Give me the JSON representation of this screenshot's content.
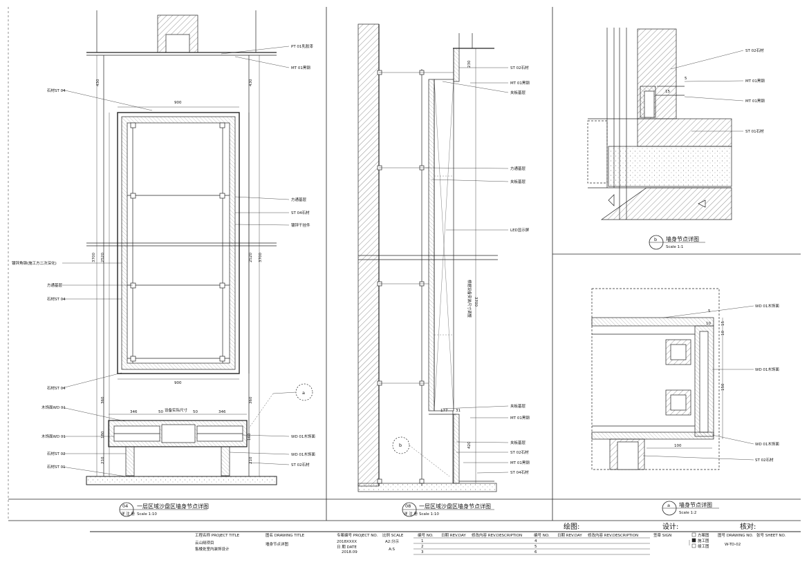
{
  "panel04": {
    "num": "04",
    "sub": "详 注 册",
    "title": "一层区域沙盘区墙身节点详图",
    "scale": "Scale 1:10",
    "labels_right": [
      "PT 01乳胶漆",
      "MT 01黑钢",
      "方通基层",
      "ST 04石材",
      "镀锌干挂件",
      "WD 01木饰面",
      "WD 01木饰面",
      "ST 02石材"
    ],
    "labels_left": [
      "石材ST 04",
      "镀锌角钢(施工方二次深化)",
      "方通基层",
      "石材ST 04",
      "石材ST 04",
      "木饰面WD 01",
      "木饰面WD 01",
      "石材ST 02",
      "石材ST 01"
    ],
    "dims": [
      "900",
      "900",
      "430",
      "430",
      "3700",
      "2520",
      "2520",
      "3700",
      "360",
      "360",
      "180",
      "210",
      "210",
      "346",
      "346",
      "50",
      "50",
      "设备实际尺寸",
      "160"
    ],
    "callout": "a"
  },
  "panel08": {
    "num": "08",
    "sub": "详 注 册",
    "title": "一层区域沙盘区墙身节点详图",
    "scale": "Scale 1:10",
    "labels": [
      "ST 02石材",
      "MT 01黑钢",
      "夹板基层",
      "方通基层",
      "夹板基层",
      "LED显示屏",
      "夹板基层",
      "MT 01黑钢",
      "夹板基层",
      "ST 02石材",
      "MT 01黑钢",
      "ST 04石材"
    ],
    "dims": [
      "230",
      "3700",
      "177",
      "31",
      "420"
    ],
    "vertical_note": "根据设备安装尺寸调整",
    "callout": "b"
  },
  "panelB": {
    "num": "b",
    "title": "墙身节点详图",
    "scale": "Scale 1:1",
    "labels": [
      "ST 02石材",
      "MT 01黑钢",
      "MT 01黑钢",
      "ST 01石材"
    ],
    "dims": [
      "15",
      "5"
    ]
  },
  "panelA": {
    "num": "a",
    "title": "墙身节点详图",
    "scale": "Scale 1:2",
    "labels": [
      "WD 01木饰面",
      "WD 01木饰面",
      "WD 01木饰面",
      "ST 02石材"
    ],
    "dims": [
      "5",
      "10",
      "10",
      "15",
      "150",
      "100"
    ]
  },
  "signoff": {
    "drawing": "绘图:",
    "design": "设计:",
    "check": "核对:"
  },
  "titleblock": {
    "project_title_label": "工程名称 PROJECT TITLE",
    "project_title_1": "云山晓项目",
    "project_title_2": "售楼处室内装饰设计",
    "drawing_title_label": "图名 DRAWING TITLE",
    "drawing_title": "墙身节点详图",
    "project_no_label": "专案编号 PROJECT NO.",
    "project_no": "2018XXXX",
    "scale_label": "比例 SCALE",
    "scale": "A2:分示",
    "date_label": "日 期 DATE",
    "date": "2018.09",
    "size": "A:S",
    "rev1_label": "编号 NO.",
    "rev1_date": "日期 REV.DAY",
    "rev1_desc": "修改内容 REV.DESCRIPTION",
    "rev2_label": "编号 NO.",
    "rev2_date": "日期 REV.DAY",
    "rev2_desc": "修改内容 REV.DESCRIPTION",
    "rev_nums_a": [
      "1",
      "2",
      "3"
    ],
    "rev_nums_b": [
      "4",
      "5",
      "6"
    ],
    "sign_label": "签章 SIGN",
    "checks": [
      "方案图",
      "施工图",
      "竣工图"
    ],
    "drawing_no_label": "图号 DRAWING NO.",
    "sheet_no_label": "张号 SHEET NO.",
    "drawing_no": "W-TD-02"
  }
}
